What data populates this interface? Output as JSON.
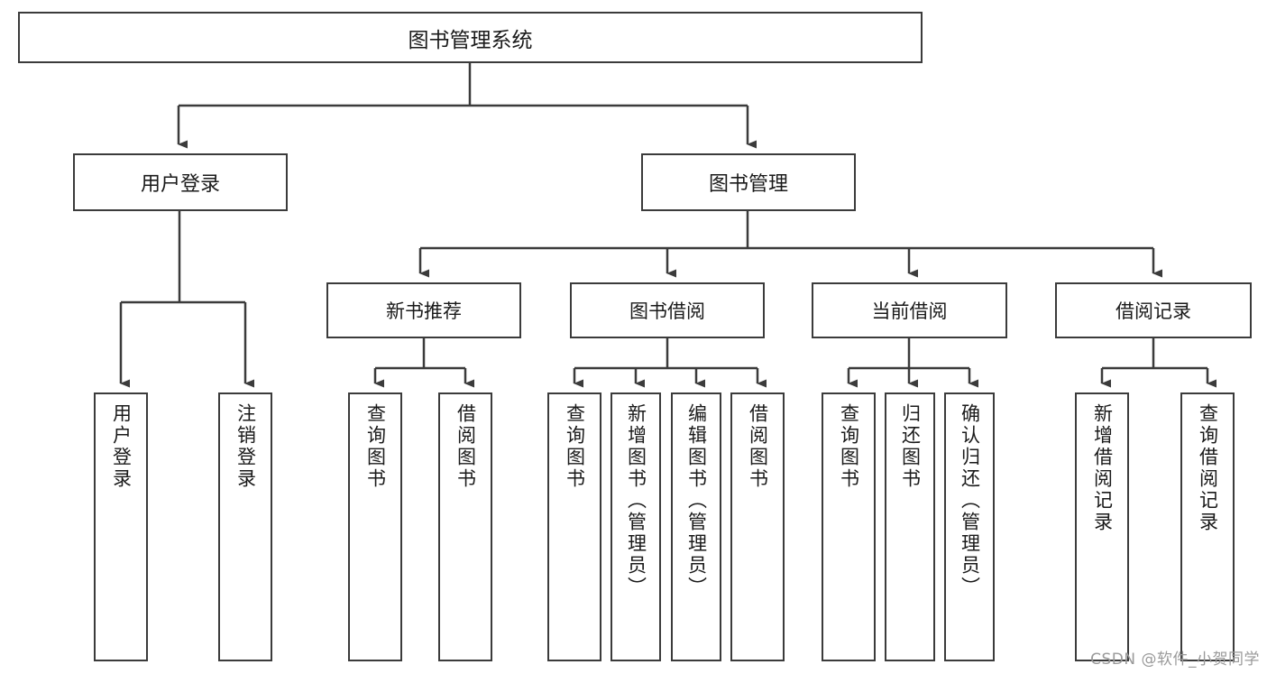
{
  "diagram": {
    "type": "hierarchy-tree",
    "title": "图书管理系统",
    "root": {
      "label": "图书管理系统"
    },
    "level2": [
      {
        "label": "用户登录"
      },
      {
        "label": "图书管理"
      }
    ],
    "level3": [
      {
        "label": "新书推荐"
      },
      {
        "label": "图书借阅"
      },
      {
        "label": "当前借阅"
      },
      {
        "label": "借阅记录"
      }
    ],
    "leaves": {
      "user_login": [
        {
          "label": "用户登录"
        },
        {
          "label": "注销登录"
        }
      ],
      "new_book_recommend": [
        {
          "label": "查询图书"
        },
        {
          "label": "借阅图书"
        }
      ],
      "book_borrow": [
        {
          "label": "查询图书"
        },
        {
          "label": "新增图书（管理员）"
        },
        {
          "label": "编辑图书（管理员）"
        },
        {
          "label": "借阅图书"
        }
      ],
      "current_borrow": [
        {
          "label": "查询图书"
        },
        {
          "label": "归还图书"
        },
        {
          "label": "确认归还（管理员）"
        }
      ],
      "borrow_record": [
        {
          "label": "新增借阅记录"
        },
        {
          "label": "查询借阅记录"
        }
      ]
    },
    "colors": {
      "border": "#3b3b3b",
      "background": "#ffffff",
      "text": "#1a1a1a",
      "watermark": "#9a9a9a"
    }
  },
  "watermark": {
    "text": "CSDN @软件_小贺同学"
  }
}
